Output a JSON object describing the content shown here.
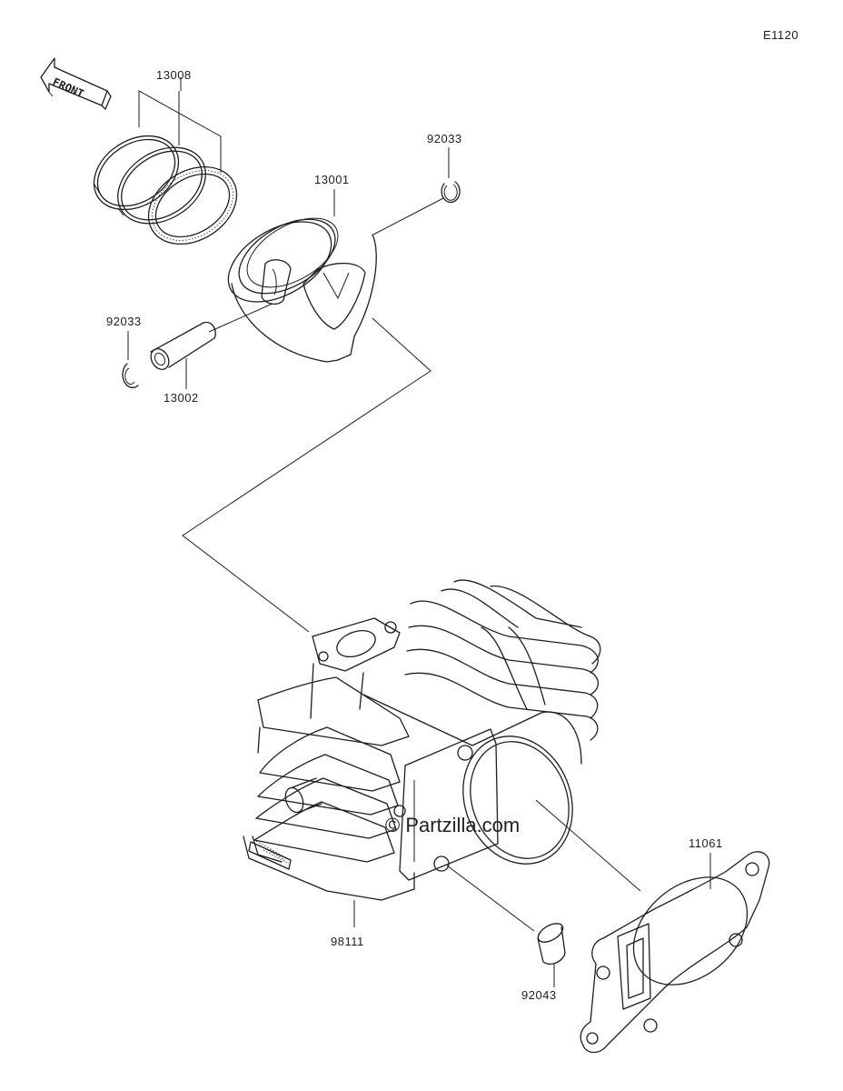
{
  "diagram_code": "E1120",
  "front_label": "FRONT",
  "watermark": "© Partzilla.com",
  "parts": [
    {
      "number": "13008"
    },
    {
      "number": "92033"
    },
    {
      "number": "13001"
    },
    {
      "number": "92033"
    },
    {
      "number": "13002"
    },
    {
      "number": "11061"
    },
    {
      "number": "98111"
    },
    {
      "number": "92043"
    }
  ],
  "colors": {
    "line": "#1e1e1e",
    "background": "#ffffff"
  }
}
